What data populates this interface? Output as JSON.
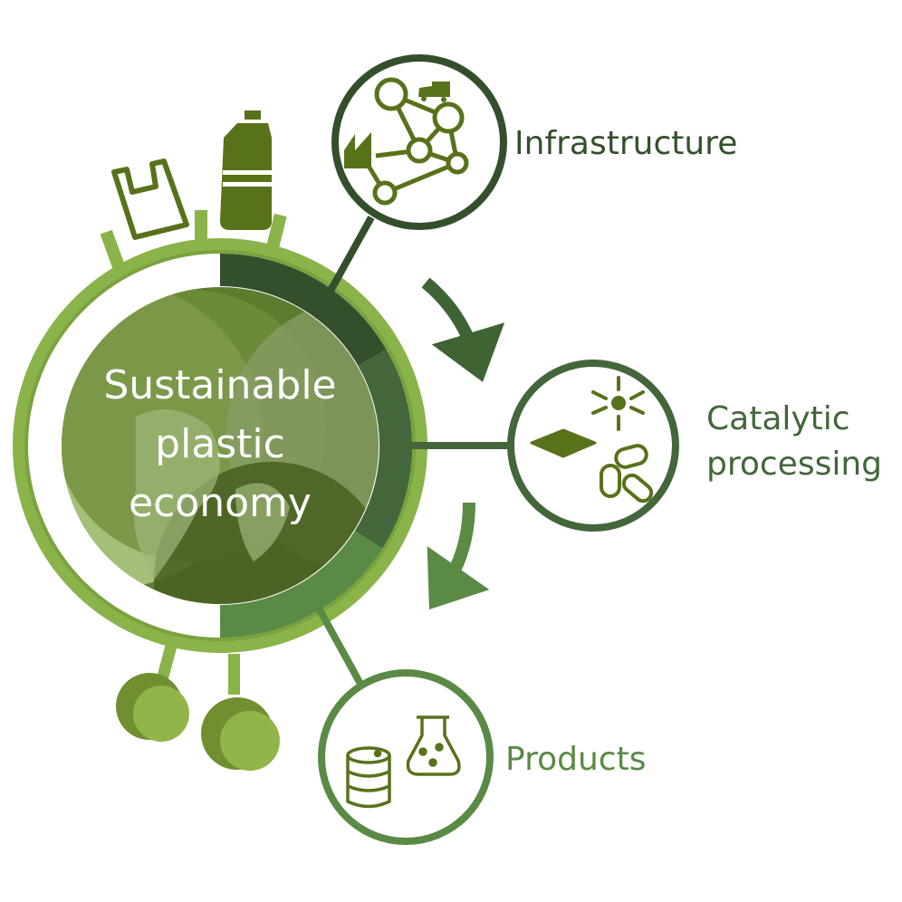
{
  "center": {
    "lines": [
      "Sustainable",
      "plastic",
      "economy"
    ]
  },
  "stages": [
    {
      "label": "Infrastructure",
      "icon": "network-icon"
    },
    {
      "label_lines": [
        "Catalytic",
        "processing"
      ],
      "icon": "catalyst-icon"
    },
    {
      "label": "Products",
      "icon": "products-icon"
    }
  ],
  "inputs": [
    "plastic-bag-icon",
    "plastic-bottle-icon"
  ],
  "colors": {
    "ring": "#8ab34a",
    "infrastructure": "#344f2c",
    "catalytic": "#43663a",
    "products": "#5a8a44",
    "icon": "#58721a",
    "globe": "#5c7c2e"
  }
}
